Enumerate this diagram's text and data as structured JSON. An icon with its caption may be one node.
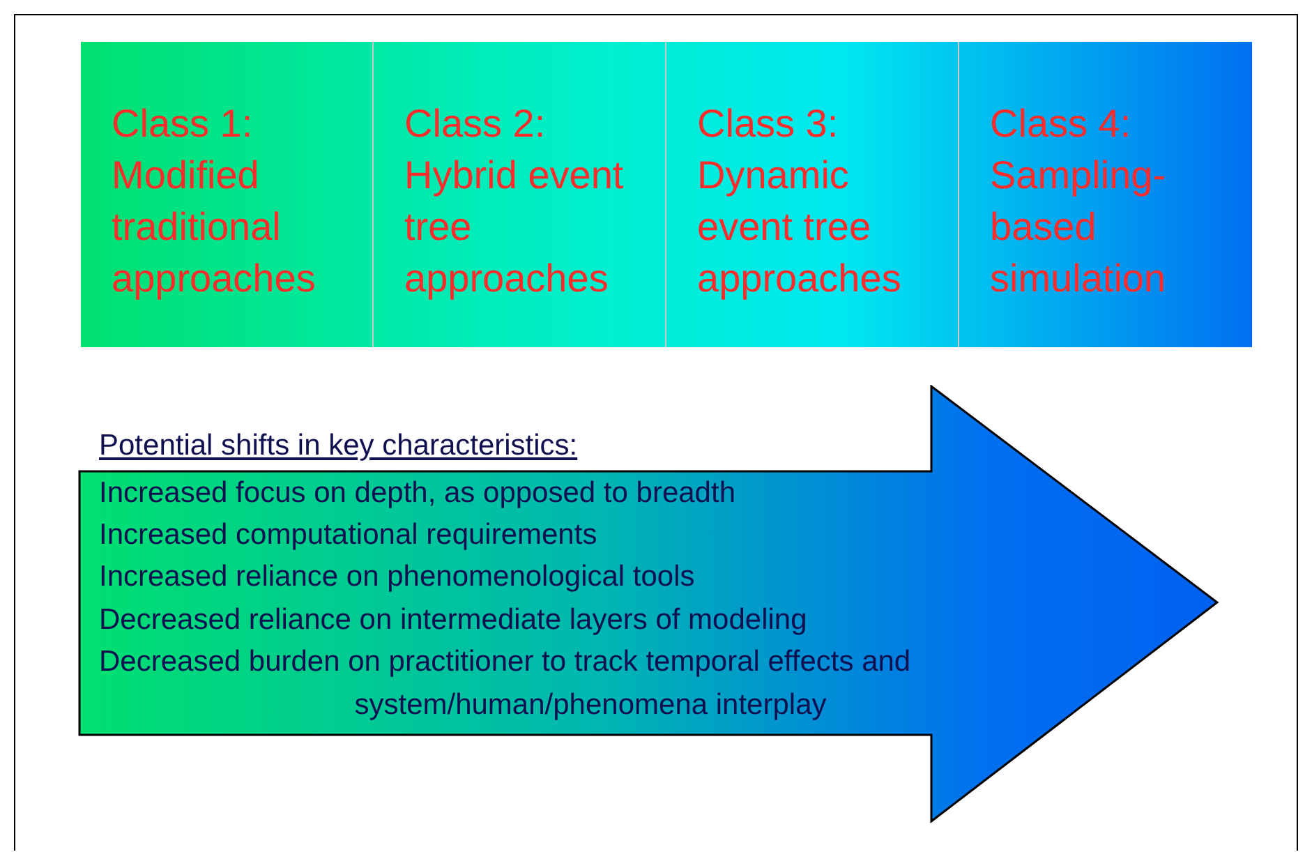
{
  "diagram": {
    "nodes": [
      {
        "text": [
          "Class 1: Modified traditional approaches"
        ]
      },
      {
        "text": [
          "Class 2: Hybrid event tree approaches"
        ]
      },
      {
        "text": [
          "Class 3: Dynamic event tree approaches"
        ]
      },
      {
        "text": [
          "Class 4: Sampling-based simulation"
        ]
      },
      {
        "text": [
          "Potential shifts in key characteristics:",
          "Increased focus on depth, as opposed to breadth",
          "Increased computational requirements",
          "Increased reliance on phenomenological tools",
          "Decreased reliance on intermediate layers of modeling",
          "Decreased burden on practitioner to track temporal effects and system/human/phenomena interplay"
        ]
      }
    ]
  }
}
